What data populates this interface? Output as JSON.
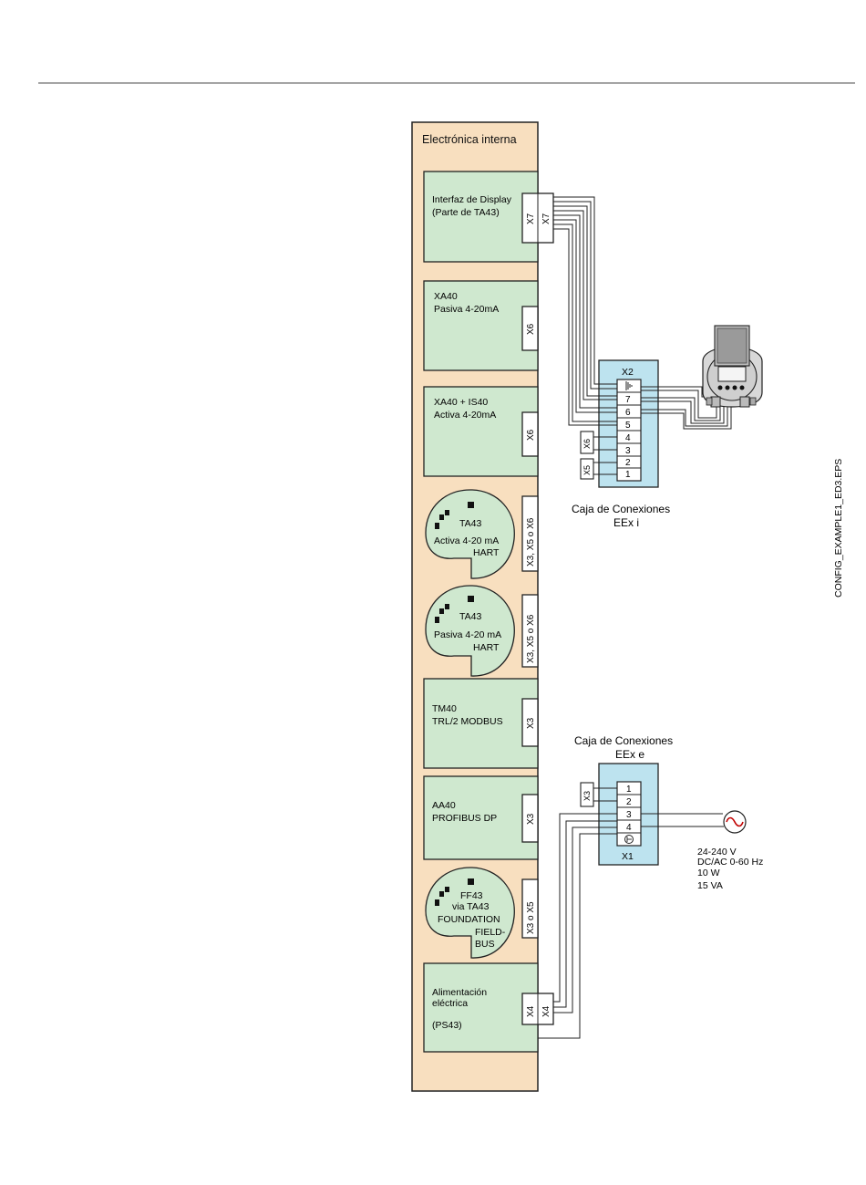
{
  "header_rule_color": "#6e6e6e",
  "colors": {
    "panel": "#f8dfbf",
    "module": "#cfe8cf",
    "junction_box": "#bde3ef",
    "stroke": "#222222"
  },
  "panel": {
    "title": "Electrónica interna"
  },
  "modules": [
    {
      "id": "display",
      "lines": [
        "Interfaz de Display",
        "(Parte de TA43)"
      ],
      "connectors": [
        "X7",
        "X7"
      ]
    },
    {
      "id": "xa40",
      "lines": [
        "XA40",
        "Pasiva 4-20mA"
      ],
      "connectors": [
        "X6"
      ]
    },
    {
      "id": "xa40is",
      "lines": [
        "XA40 + IS40",
        "Activa 4-20mA"
      ],
      "connectors": [
        "X6"
      ]
    },
    {
      "id": "ta43-active",
      "lines": [
        "TA43",
        "Activa  4-20 mA",
        "HART"
      ],
      "connectors": [
        "X3, X5 o X6"
      ]
    },
    {
      "id": "ta43-passive",
      "lines": [
        "TA43",
        "Pasiva  4-20 mA",
        "HART"
      ],
      "connectors": [
        "X3, X5 o X6"
      ]
    },
    {
      "id": "tm40",
      "lines": [
        "TM40",
        "TRL/2 MODBUS"
      ],
      "connectors": [
        "X3"
      ]
    },
    {
      "id": "aa40",
      "lines": [
        "AA40",
        "PROFIBUS DP"
      ],
      "connectors": [
        "X3"
      ]
    },
    {
      "id": "ff43",
      "lines": [
        "FF43",
        "via TA43",
        "FOUNDATION",
        "FIELD-",
        "BUS"
      ],
      "connectors": [
        "X3 o X5"
      ]
    },
    {
      "id": "ps43",
      "lines": [
        "Alimentación",
        "eléctrica",
        "(PS43)"
      ],
      "connectors": [
        "X4",
        "X4"
      ]
    }
  ],
  "junction_box_i": {
    "header": "X2",
    "terminals": [
      "7",
      "6",
      "5",
      "4",
      "3",
      "2",
      "1"
    ],
    "side_tags": [
      "X6",
      "X5"
    ],
    "caption_line1": "Caja de Conexiones",
    "caption_line2": "EEx i"
  },
  "junction_box_e": {
    "footer": "X1",
    "terminals": [
      "1",
      "2",
      "3",
      "4"
    ],
    "side_tag": "X3",
    "caption_line1": "Caja de Conexiones",
    "caption_line2": "EEx e"
  },
  "power_supply": {
    "spec_lines": [
      "24-240 V",
      "DC/AC 0-60 Hz",
      "10 W",
      "15 VA"
    ]
  },
  "figure_id": "CONFIG_EXAMPLE1_ED3.EPS"
}
